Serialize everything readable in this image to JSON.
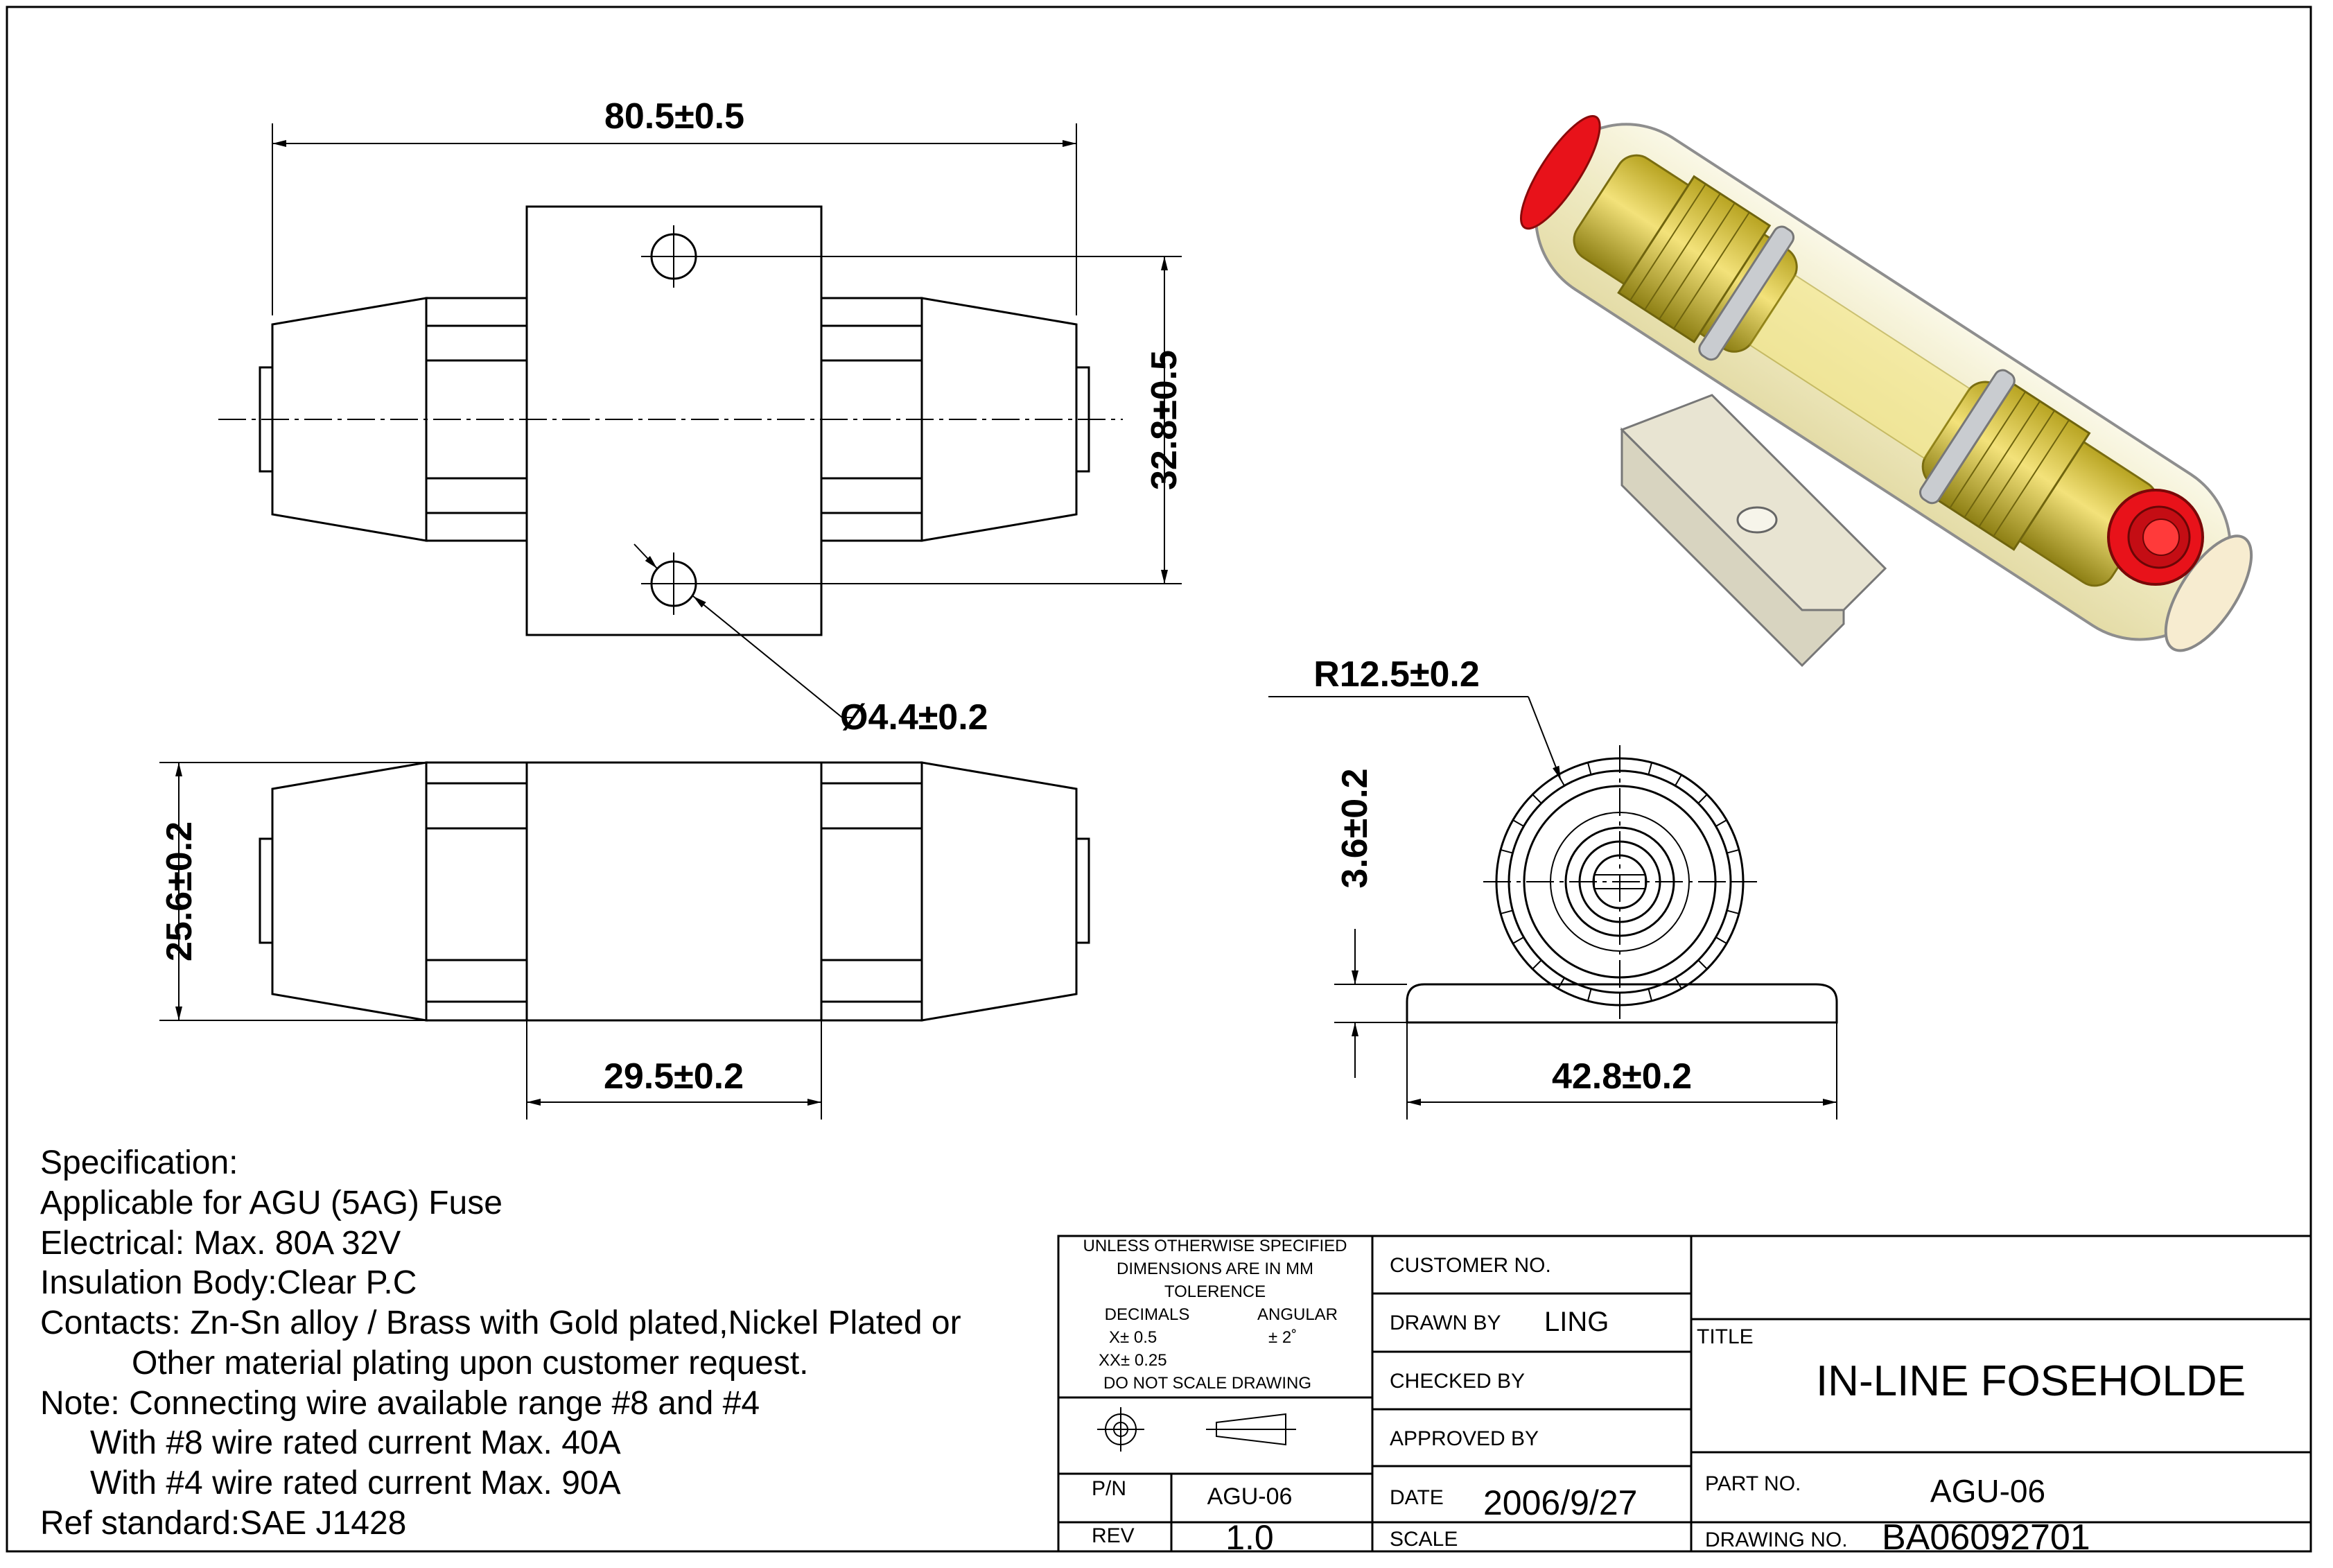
{
  "dimensions": {
    "overall_length": "80.5±0.5",
    "mount_hole_spacing": "32.8±0.5",
    "hole_diameter": "Ø4.4±0.2",
    "body_height": "25.6±0.2",
    "body_width": "29.5±0.2",
    "radius": "R12.5±0.2",
    "base_thickness": "3.6±0.2",
    "base_length": "42.8±0.2"
  },
  "specification": [
    "Specification:",
    "Applicable for AGU (5AG) Fuse",
    "Electrical: Max. 80A 32V",
    "Insulation Body:Clear P.C",
    "Contacts: Zn-Sn alloy / Brass with Gold plated,Nickel Plated or",
    "Other material plating upon customer request.",
    "Note: Connecting wire available range #8 and #4",
    "With #8 wire rated current Max. 40A",
    "With #4 wire rated current Max. 90A",
    "Ref standard:SAE J1428"
  ],
  "title_block": {
    "tolerance_lines": [
      "UNLESS OTHERWISE SPECIFIED",
      "DIMENSIONS ARE IN MM",
      "TOLERENCE"
    ],
    "decimals_label": "DECIMALS",
    "angular_label": "ANGULAR",
    "x_tol": "X± 0.5",
    "xx_tol": "XX± 0.25",
    "ang_tol": "±  2˚",
    "no_scale": "DO NOT SCALE DRAWING",
    "pn_label": "P/N",
    "pn_value": "AGU-06",
    "rev_label": "REV",
    "rev_value": "1.0",
    "customer_label": "CUSTOMER NO.",
    "drawn_label": "DRAWN BY",
    "drawn_value": "LING",
    "checked_label": "CHECKED BY",
    "approved_label": "APPROVED BY",
    "date_label": "DATE",
    "date_value": "2006/9/27",
    "scale_label": "SCALE",
    "title_label": "TITLE",
    "title_value": "IN-LINE FOSEHOLDE",
    "part_label": "PART NO.",
    "part_value": "AGU-06",
    "drawing_label": "DRAWING NO.",
    "drawing_value": "BA06092701"
  },
  "colors": {
    "line": "#000000",
    "gold": "#d9c84a",
    "gold_dark": "#a89a22",
    "clear_body": "#f2efd2",
    "red": "#e8121a",
    "base": "#ece9dc"
  }
}
